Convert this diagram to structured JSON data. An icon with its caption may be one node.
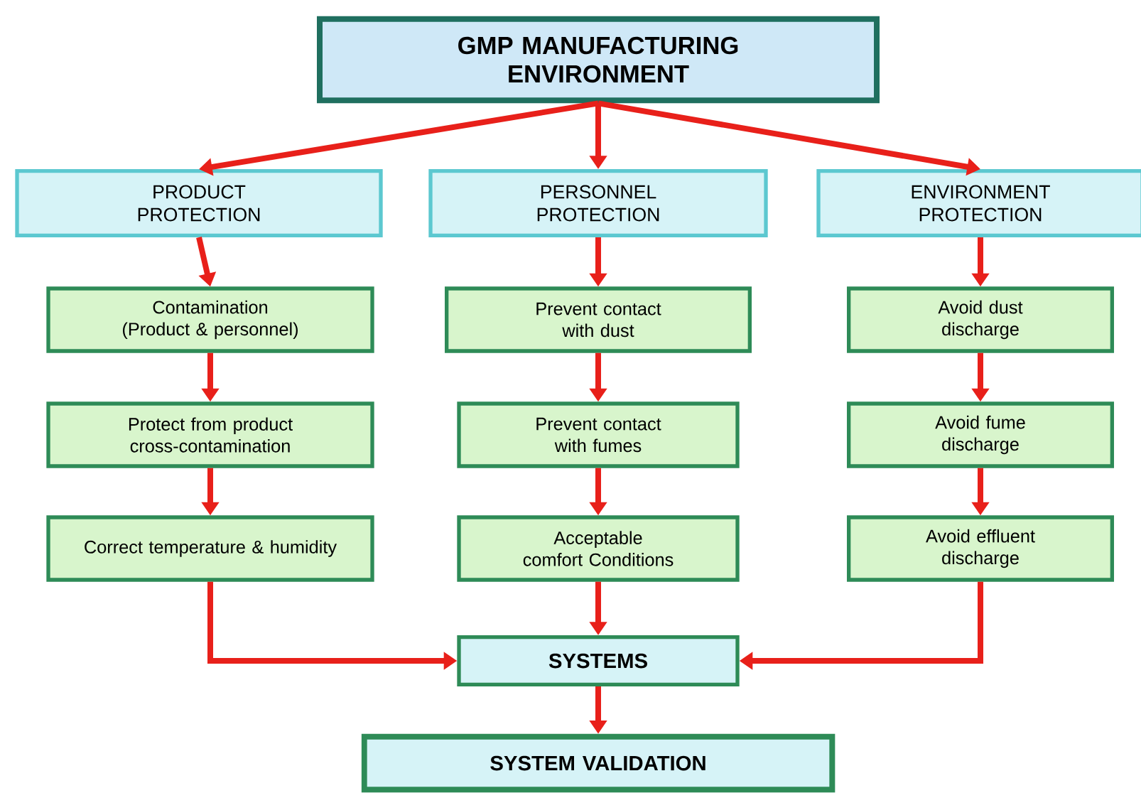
{
  "diagram": {
    "nodes": [
      {
        "text": [
          "GMP MANUFACTURING ENVIRONMENT"
        ]
      },
      {
        "text": [
          "PRODUCT PROTECTION"
        ]
      },
      {
        "text": [
          "PERSONNEL PROTECTION"
        ]
      },
      {
        "text": [
          "ENVIRONMENT PROTECTION"
        ]
      },
      {
        "text": [
          "Contamination (Product & personnel)"
        ]
      },
      {
        "text": [
          "Prevent contact with dust"
        ]
      },
      {
        "text": [
          "Avoid dust discharge"
        ]
      },
      {
        "text": [
          "Protect from product cross-contamination"
        ]
      },
      {
        "text": [
          "Prevent contact with fumes"
        ]
      },
      {
        "text": [
          "Avoid fume discharge"
        ]
      },
      {
        "text": [
          "Correct temperature & humidity"
        ]
      },
      {
        "text": [
          "Acceptable comfort Conditions"
        ]
      },
      {
        "text": [
          "Avoid effluent discharge"
        ]
      },
      {
        "text": [
          "SYSTEMS"
        ]
      },
      {
        "text": [
          "SYSTEM VALIDATION"
        ]
      }
    ],
    "edges": [
      {
        "from": 0,
        "to": 1,
        "arrow": "to"
      },
      {
        "from": 0,
        "to": 2,
        "arrow": "to"
      },
      {
        "from": 0,
        "to": 3,
        "arrow": "to"
      },
      {
        "from": 1,
        "to": 4,
        "arrow": "to"
      },
      {
        "from": 4,
        "to": 7,
        "arrow": "to"
      },
      {
        "from": 7,
        "to": 10,
        "arrow": "to"
      },
      {
        "from": 2,
        "to": 5,
        "arrow": "to"
      },
      {
        "from": 5,
        "to": 8,
        "arrow": "to"
      },
      {
        "from": 8,
        "to": 11,
        "arrow": "to"
      },
      {
        "from": 3,
        "to": 6,
        "arrow": "to"
      },
      {
        "from": 6,
        "to": 9,
        "arrow": "to"
      },
      {
        "from": 9,
        "to": 12,
        "arrow": "to"
      },
      {
        "from": 10,
        "to": 13,
        "arrow": "to"
      },
      {
        "from": 11,
        "to": 13,
        "arrow": "to"
      },
      {
        "from": 12,
        "to": 13,
        "arrow": "to"
      },
      {
        "from": 13,
        "to": 14,
        "arrow": "to"
      }
    ]
  }
}
